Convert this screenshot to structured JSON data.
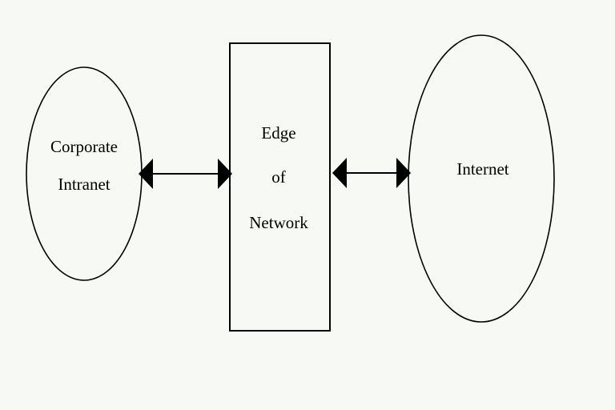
{
  "diagram": {
    "background_color": "#f7faf4",
    "stroke_color": "#000000",
    "nodes": {
      "corporate_intranet": {
        "shape": "ellipse",
        "lines": [
          "Corporate",
          "Intranet"
        ]
      },
      "edge_of_network": {
        "shape": "rectangle",
        "lines": [
          "Edge",
          "of",
          "Network"
        ]
      },
      "internet": {
        "shape": "ellipse",
        "lines": [
          "Internet"
        ]
      }
    },
    "connectors": [
      {
        "from": "corporate_intranet",
        "to": "edge_of_network",
        "style": "double-headed-arrow"
      },
      {
        "from": "edge_of_network",
        "to": "internet",
        "style": "double-headed-arrow"
      }
    ]
  }
}
